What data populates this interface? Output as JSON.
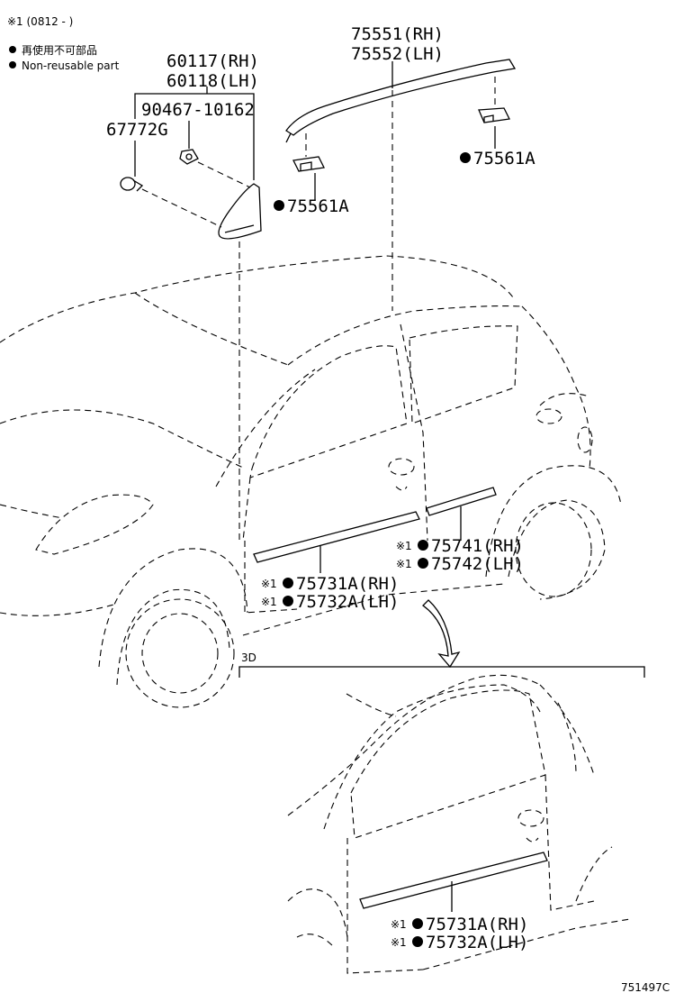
{
  "legend": {
    "note_line": "※1 (0812 -        )",
    "nonreusable_jp": "再使用不可部品",
    "nonreusable_en": "Non-reusable part"
  },
  "parts": {
    "p75551": "75551(RH)",
    "p75552": "75552(LH)",
    "p60117": "60117(RH)",
    "p60118": "60118(LH)",
    "p90467": "90467-10162",
    "p67772": "67772G",
    "p75561_right": "75561A",
    "p75561_left": "75561A",
    "p75741": "75741(RH)",
    "p75742": "75742(LH)",
    "p75731": "75731A(RH)",
    "p75732": "75732A(LH)",
    "p75731_3d": "75731A(RH)",
    "p75732_3d": "75732A(LH)",
    "ref_mark": "※1"
  },
  "section_3d": "3D",
  "figure_id": "751497C"
}
